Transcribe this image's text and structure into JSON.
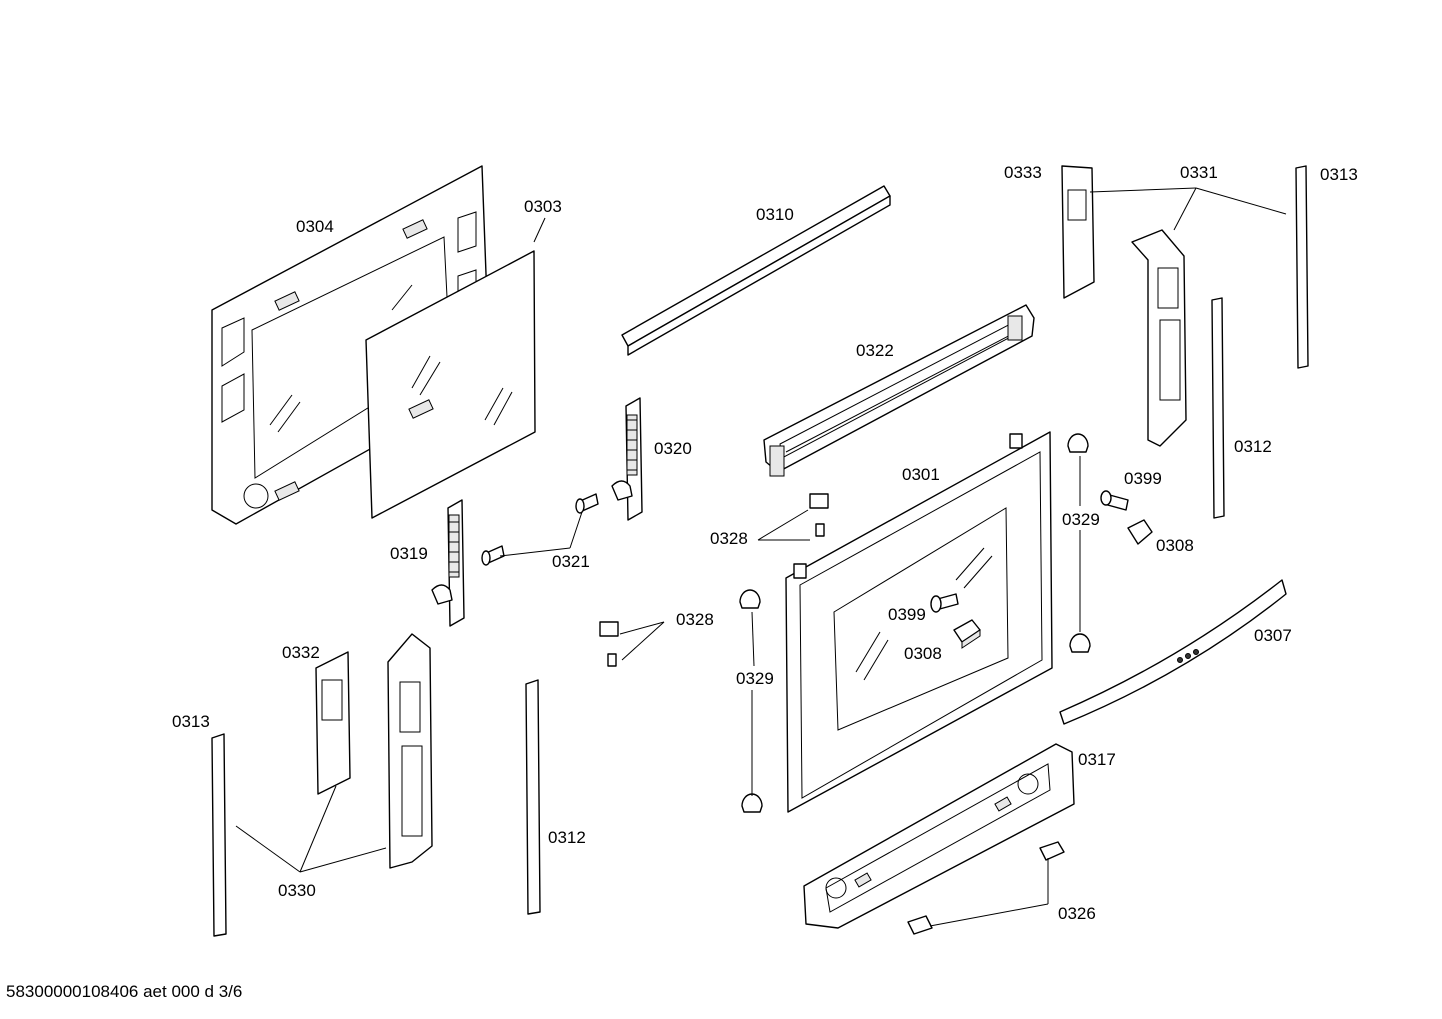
{
  "diagram": {
    "labels": {
      "p0304": "0304",
      "p0303": "0303",
      "p0310": "0310",
      "p0333": "0333",
      "p0331": "0331",
      "p0313a": "0313",
      "p0322": "0322",
      "p0320": "0320",
      "p0312a": "0312",
      "p0301": "0301",
      "p0399a": "0399",
      "p0329a": "0329",
      "p0308a": "0308",
      "p0328a": "0328",
      "p0319": "0319",
      "p0321": "0321",
      "p0328b": "0328",
      "p0399b": "0399",
      "p0308b": "0308",
      "p0307": "0307",
      "p0332": "0332",
      "p0329b": "0329",
      "p0313b": "0313",
      "p0317": "0317",
      "p0312b": "0312",
      "p0330": "0330",
      "p0326": "0326"
    },
    "footer": "58300000108406 aet 000 d 3/6"
  }
}
